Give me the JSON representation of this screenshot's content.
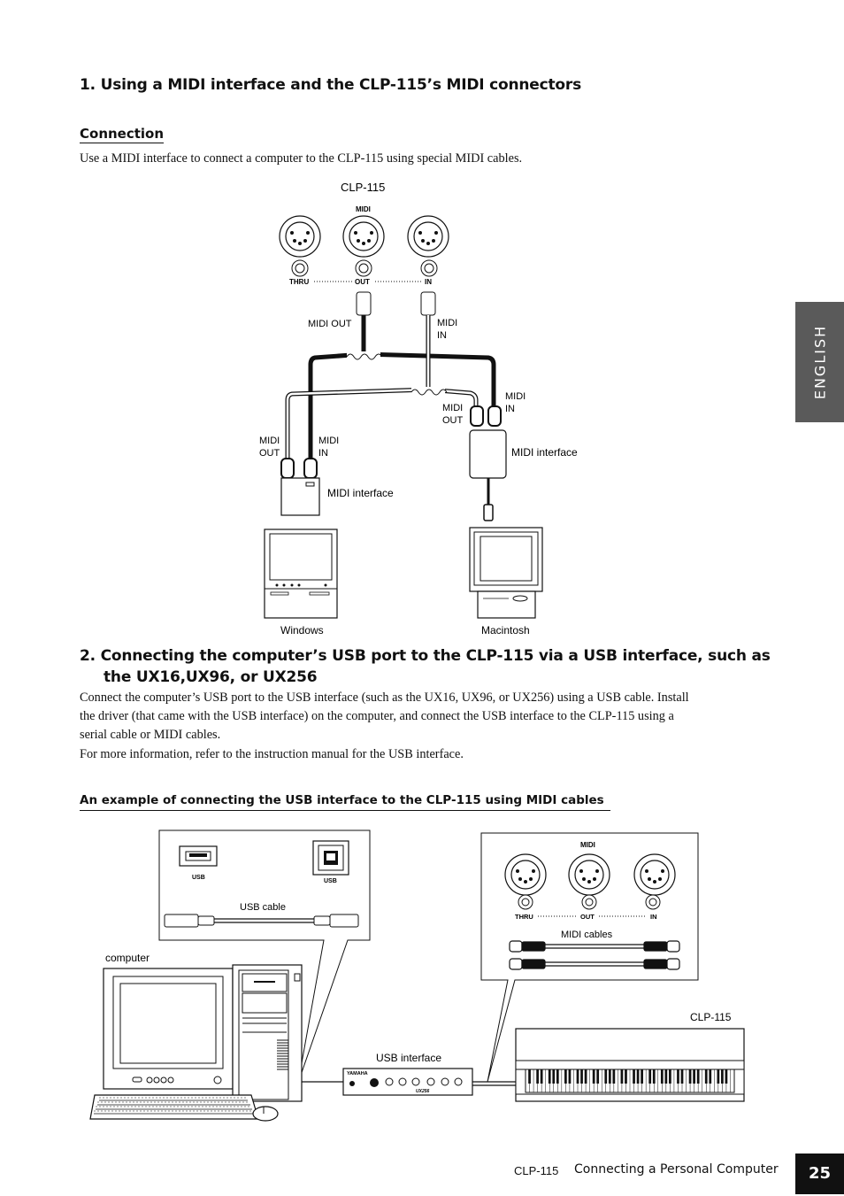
{
  "section1": {
    "heading": "1.  Using a MIDI interface and the CLP-115’s MIDI connectors",
    "subheading": "Connection",
    "text": "Use a MIDI interface to connect a computer to the CLP-115 using special MIDI cables."
  },
  "diagram1": {
    "model_label": "CLP-115",
    "midi_label": "MIDI",
    "port_labels": [
      "THRU",
      "OUT",
      "IN"
    ],
    "midi_out": "MIDI OUT",
    "midi_in_1": "MIDI",
    "midi_in_2": "IN",
    "left_out_1": "MIDI",
    "left_out_2": "OUT",
    "left_in_1": "MIDI",
    "left_in_2": "IN",
    "right_out_1": "MIDI",
    "right_out_2": "OUT",
    "right_in_1": "MIDI",
    "right_in_2": "IN",
    "interface_left": "MIDI interface",
    "interface_right": "MIDI interface",
    "windows": "Windows",
    "macintosh": "Macintosh"
  },
  "section2": {
    "heading_line1": "2.  Connecting the computer’s USB port to the CLP-115 via a USB interface, such as",
    "heading_line2": "the UX16,UX96, or  UX256",
    "para1_line1": "Connect the computer’s USB port to the USB interface (such as the UX16, UX96, or UX256) using a USB cable. Install",
    "para1_line2": "the driver (that came with the USB interface) on the computer, and connect the USB interface to the CLP-115 using a",
    "para1_line3": "serial cable or MIDI cables.",
    "para2": "For more information, refer to the instruction manual for the USB interface.",
    "example_heading": "An example of connecting the USB interface to the CLP-115 using MIDI cables"
  },
  "diagram2": {
    "usb_left": "USB",
    "usb_right": "USB",
    "usb_cable": "USB cable",
    "computer": "computer",
    "usb_interface": "USB interface",
    "midi_label": "MIDI",
    "port_labels": [
      "THRU",
      "OUT",
      "IN"
    ],
    "midi_cables": "MIDI cables",
    "model_label": "CLP-115",
    "ux_brand": "YAMAHA",
    "ux_model": "UX256"
  },
  "footer": {
    "model": "CLP-115",
    "title": "Connecting a Personal Computer",
    "page": "25"
  },
  "side_tab": "ENGLISH"
}
